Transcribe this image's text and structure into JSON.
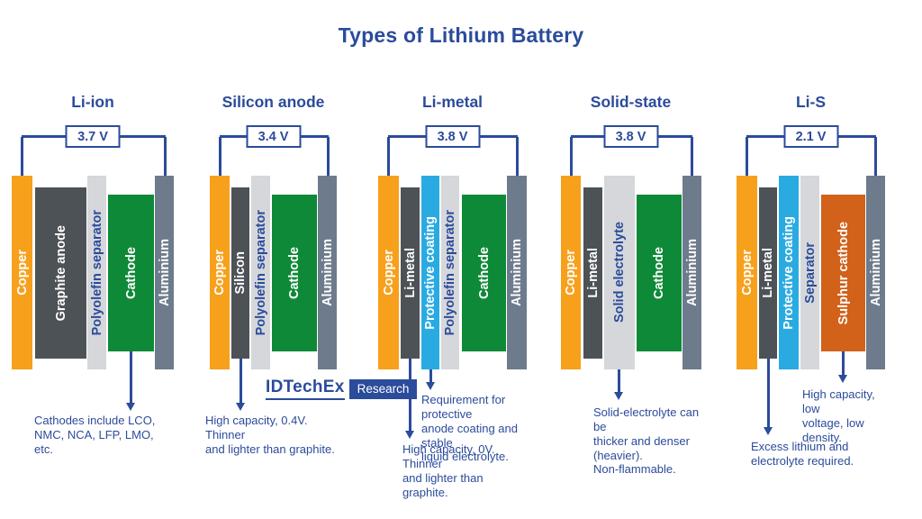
{
  "title": "Types of Lithium Battery",
  "logo": {
    "brand": "IDTechEx",
    "tag": "Research"
  },
  "colors": {
    "accent_blue": "#2B4B9B",
    "copper_orange": "#F7A01C",
    "anode_dark_gray": "#4D5257",
    "separator_light_gray": "#D5D7DA",
    "cathode_green": "#0E8938",
    "aluminium_slate": "#6D7B8C",
    "coating_cyan": "#29ABE2",
    "sulphur_orange": "#D2611A"
  },
  "batteries": [
    {
      "name": "Li-ion",
      "voltage": "3.7 V",
      "layers": [
        {
          "label": "Copper"
        },
        {
          "label": "Graphite anode"
        },
        {
          "label": "Polyolefin separator"
        },
        {
          "label": "Cathode"
        },
        {
          "label": "Aluminium"
        }
      ],
      "notes": [
        {
          "text": "Cathodes include LCO,\nNMC, NCA, LFP, LMO, etc."
        }
      ]
    },
    {
      "name": "Silicon anode",
      "voltage": "3.4 V",
      "layers": [
        {
          "label": "Copper"
        },
        {
          "label": "Silicon"
        },
        {
          "label": "Polyolefin separator"
        },
        {
          "label": "Cathode"
        },
        {
          "label": "Aluminium"
        }
      ],
      "notes": [
        {
          "text": "High capacity, 0.4V. Thinner\nand lighter than graphite."
        }
      ]
    },
    {
      "name": "Li-metal",
      "voltage": "3.8 V",
      "layers": [
        {
          "label": "Copper"
        },
        {
          "label": "Li-metal"
        },
        {
          "label": "Protective coating"
        },
        {
          "label": "Polyolefin separator"
        },
        {
          "label": "Cathode"
        },
        {
          "label": "Aluminium"
        }
      ],
      "notes": [
        {
          "text": "Requirement for protective\nanode coating and stable\nliquid electrolyte."
        },
        {
          "text": "High capacity, 0V. Thinner\nand lighter than graphite."
        }
      ]
    },
    {
      "name": "Solid-state",
      "voltage": "3.8 V",
      "layers": [
        {
          "label": "Copper"
        },
        {
          "label": "Li-metal"
        },
        {
          "label": "Solid electrolyte"
        },
        {
          "label": "Cathode"
        },
        {
          "label": "Aluminium"
        }
      ],
      "notes": [
        {
          "text": "Solid-electrolyte can be\nthicker and denser (heavier).\nNon-flammable."
        }
      ]
    },
    {
      "name": "Li-S",
      "voltage": "2.1 V",
      "layers": [
        {
          "label": "Copper"
        },
        {
          "label": "Li-metal"
        },
        {
          "label": "Protective coating"
        },
        {
          "label": "Separator"
        },
        {
          "label": "Sulphur cathode"
        },
        {
          "label": "Aluminium"
        }
      ],
      "notes": [
        {
          "text": "High capacity, low\nvoltage, low density."
        },
        {
          "text": "Excess lithium and\nelectrolyte required."
        }
      ]
    }
  ]
}
